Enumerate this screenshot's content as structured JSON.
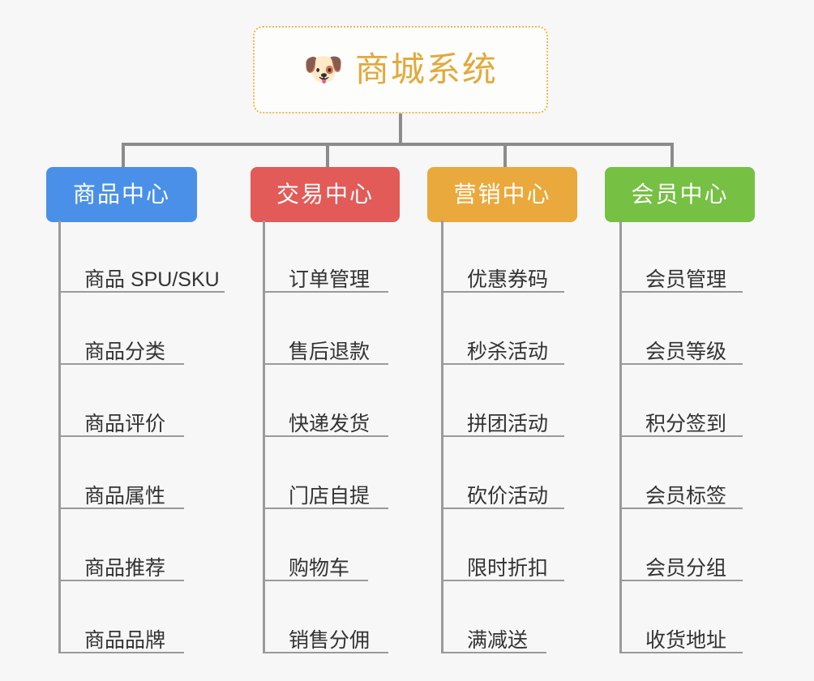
{
  "background_color": "#f7f7f7",
  "root": {
    "icon": "dog-face-emoji",
    "emoji": "🐶",
    "title": "商城系统",
    "title_color": "#e3a93c",
    "border_color": "#eab94a",
    "border_style": "dotted"
  },
  "connector_color": "#8c8c8c",
  "branches": [
    {
      "id": "product-center",
      "label": "商品中心",
      "color": "#4a90e8",
      "items": [
        "商品 SPU/SKU",
        "商品分类",
        "商品评价",
        "商品属性",
        "商品推荐",
        "商品品牌"
      ]
    },
    {
      "id": "trade-center",
      "label": "交易中心",
      "color": "#e25b58",
      "items": [
        "订单管理",
        "售后退款",
        "快递发货",
        "门店自提",
        "购物车",
        "销售分佣"
      ]
    },
    {
      "id": "marketing-center",
      "label": "营销中心",
      "color": "#eaa93c",
      "items": [
        "优惠券码",
        "秒杀活动",
        "拼团活动",
        "砍价活动",
        "限时折扣",
        "满减送"
      ]
    },
    {
      "id": "member-center",
      "label": "会员中心",
      "color": "#76c043",
      "items": [
        "会员管理",
        "会员等级",
        "积分签到",
        "会员标签",
        "会员分组",
        "收货地址"
      ]
    }
  ]
}
